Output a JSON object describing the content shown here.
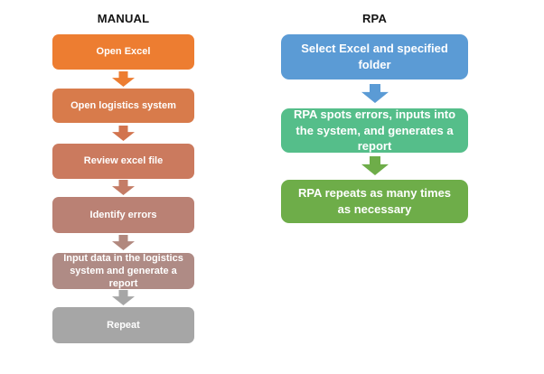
{
  "diagram": {
    "background": "#FFFFFF",
    "text_color": "#FFFFFF",
    "heading_color": "#141414",
    "columns": [
      {
        "title": "MANUAL",
        "boxes": [
          {
            "label": "Open Excel",
            "bg": "#ED7D31"
          },
          {
            "label": "Open logistics system",
            "bg": "#D87B4B"
          },
          {
            "label": "Review excel file",
            "bg": "#CB7A5E"
          },
          {
            "label": "Identify errors",
            "bg": "#BA8174"
          },
          {
            "label": "Input data in the logistics system and generate a report",
            "bg": "#AF8B85"
          },
          {
            "label": "Repeat",
            "bg": "#A6A6A6"
          }
        ],
        "arrow_colors": [
          "#ED7D31",
          "#D2744E",
          "#C47C66",
          "#B1887E",
          "#A6A6A6"
        ]
      },
      {
        "title": "RPA",
        "boxes": [
          {
            "label": "Select Excel and specified folder",
            "bg": "#5B9BD5"
          },
          {
            "label": "RPA spots errors, inputs into the system, and generates a report",
            "bg": "#55BE8A"
          },
          {
            "label": "RPA repeats as many times as necessary",
            "bg": "#6EAD49"
          }
        ],
        "arrow_colors": [
          "#5B9BD5",
          "#6EAD49"
        ]
      }
    ]
  }
}
